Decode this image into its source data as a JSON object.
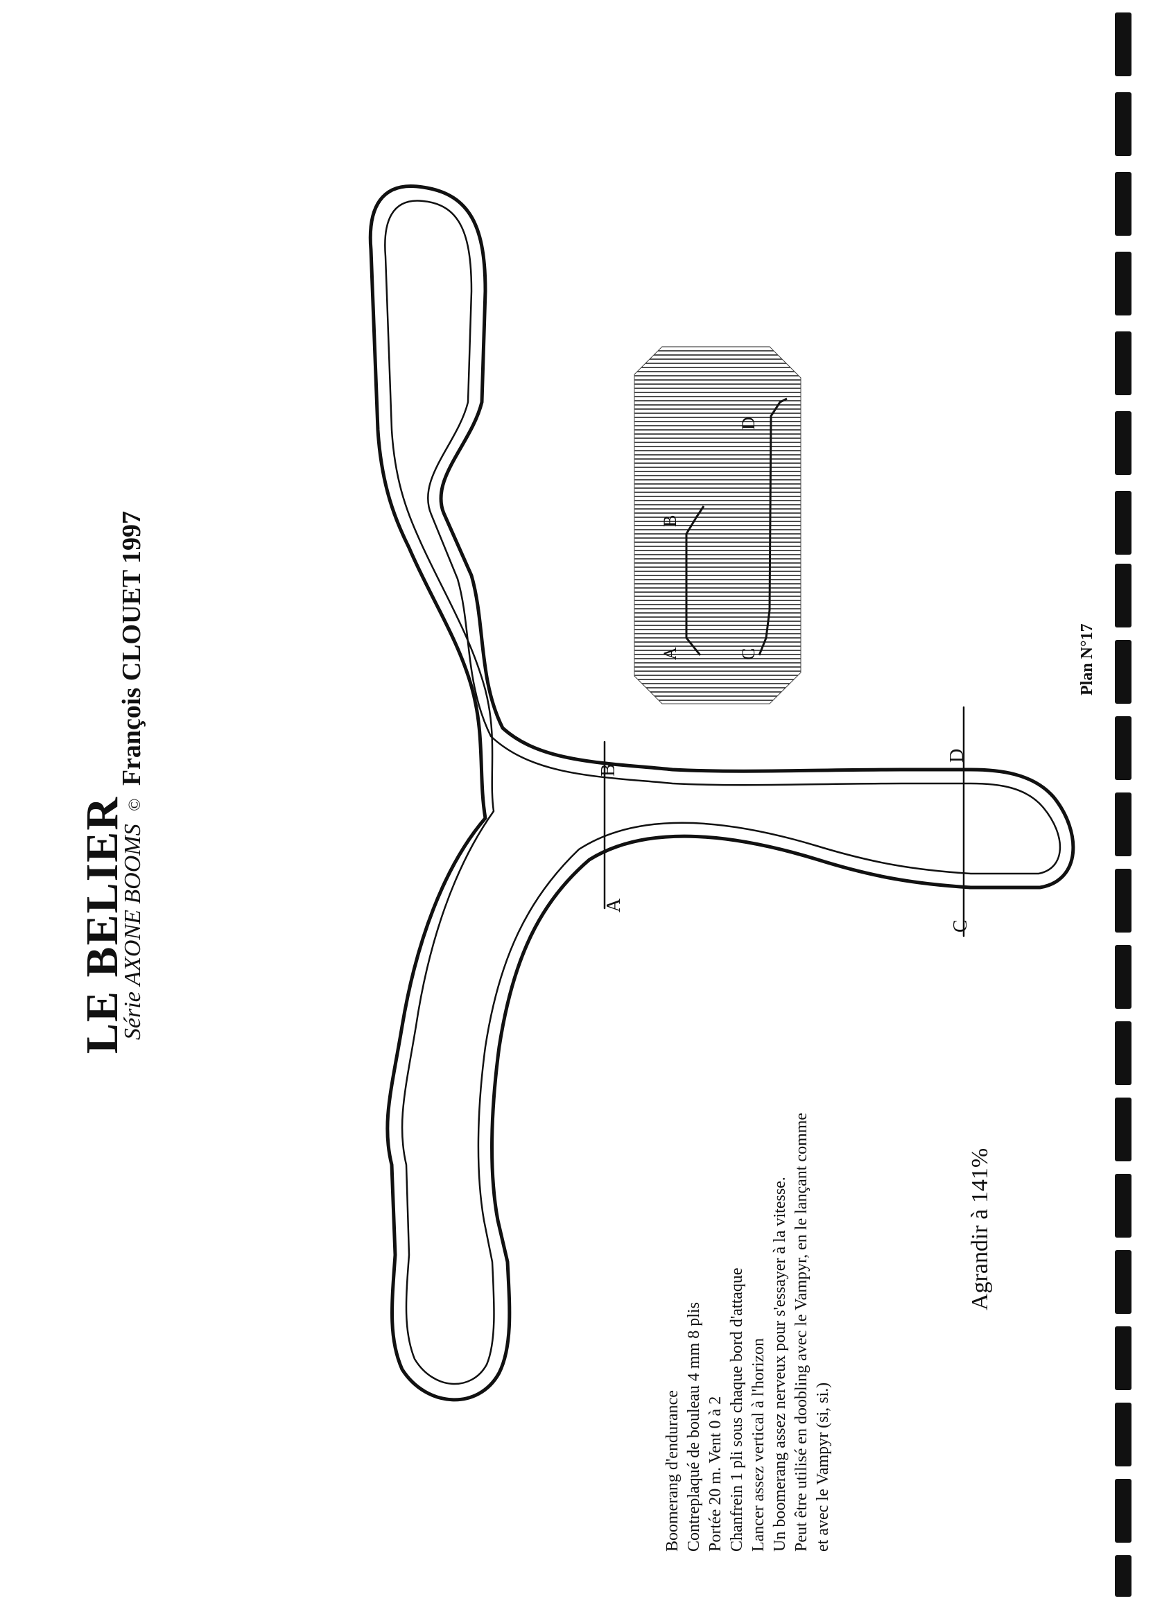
{
  "title": "LE BELIER",
  "subtitle": {
    "serie_prefix": "Série",
    "serie_name": "AXONE BOOMS",
    "copyright": "©",
    "author": "François CLOUET 1997"
  },
  "notes": [
    "Boomerang d'endurance",
    "Contreplaqué de bouleau 4 mm 8 plis",
    "Portée 20 m. Vent 0 à 2",
    "Chanfrein 1 pli sous chaque bord d'attaque",
    "Lancer assez vertical à l'horizon",
    "Un boomerang assez nerveux pour s'essayer à la vitesse.",
    "Peut être utilisé en doobling avec le Vampyr, en le lançant comme",
    "et avec le Vampyr (si, si.)"
  ],
  "enlarge": "Agrandir à 141%",
  "plan_number": "Plan N°17",
  "section_labels": {
    "a": "A",
    "b": "B",
    "c": "C",
    "d": "D"
  },
  "icons": {
    "boomerang": "boomerang-outline",
    "profile": "section-profile-hatched"
  }
}
